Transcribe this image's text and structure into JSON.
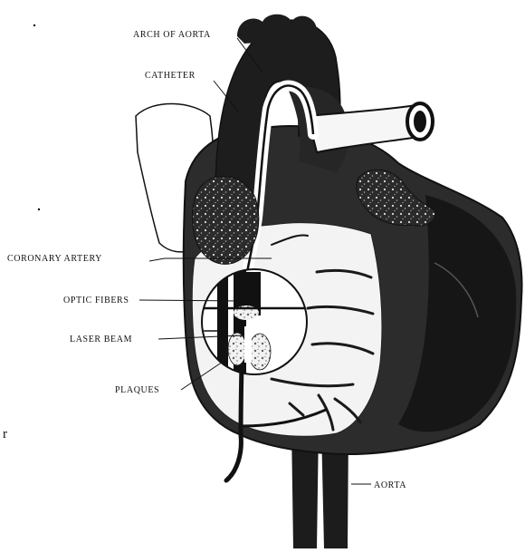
{
  "labels": {
    "arch_of_aorta": "ARCH OF AORTA",
    "catheter": "CATHETER",
    "coronary_artery": "CORONARY ARTERY",
    "optic_fibers": "OPTIC FIBERS",
    "laser_beam": "LASER BEAM",
    "plaques": "PLAQUES",
    "aorta": "AORTA"
  },
  "stray_text": "r",
  "colors": {
    "ink": "#111111",
    "tissue": "#2a2a2a",
    "highlight": "#ffffff",
    "background": "#ffffff"
  }
}
